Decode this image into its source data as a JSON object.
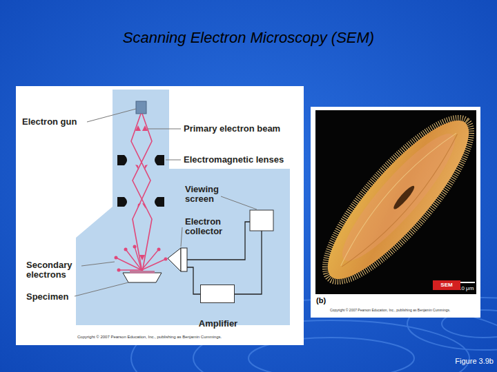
{
  "diagram": {
    "title": "Scanning Electron Microscopy (SEM)",
    "nodes": [
      {
        "text": [
          "Amplifier"
        ]
      },
      {
        "text": [
          "SEM"
        ]
      }
    ],
    "edges": [],
    "labels": [
      "Electron gun",
      "Primary electron beam",
      "Electromagnetic lenses",
      "Viewing screen",
      "Electron collector",
      "Secondary electrons",
      "Specimen",
      "Copyright © 2007 Pearson Education, Inc., publishing as Benjamin Cummings.",
      "(b)",
      "10 μm",
      "Copyright © 2007 Pearson Education, Inc., publishing as Benjamin Cummings.",
      "Figure 3.9b"
    ]
  }
}
